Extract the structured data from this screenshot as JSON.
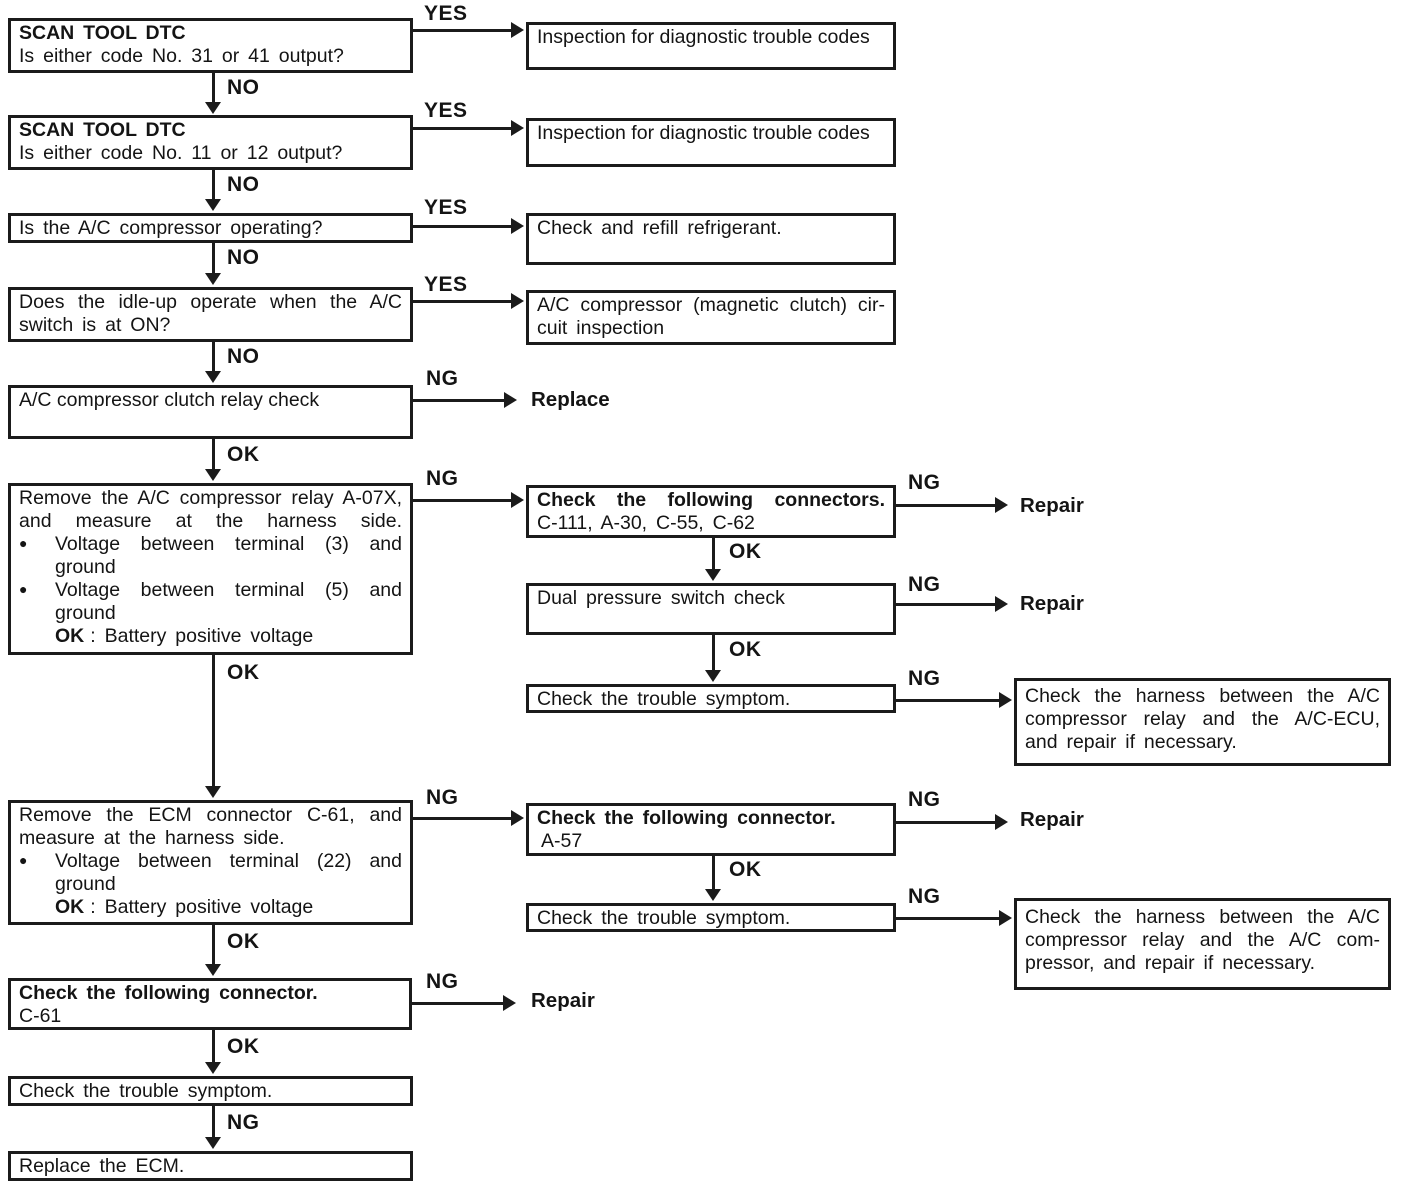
{
  "labels": {
    "yes": "YES",
    "no": "NO",
    "ok": "OK",
    "ng": "NG"
  },
  "actions": {
    "replace": "Replace",
    "repair": "Repair"
  },
  "nodes": {
    "scan1": {
      "title": "SCAN TOOL DTC",
      "question": "Is either code No. 31 or 41 output?"
    },
    "inspect1": {
      "text": "Inspection for diagnostic trouble codes"
    },
    "scan2": {
      "title": "SCAN TOOL DTC",
      "question": "Is either code No. 11 or 12 output?"
    },
    "inspect2": {
      "text": "Inspection for diagnostic trouble codes"
    },
    "compressor_op": {
      "text": "Is the A/C compressor operating?"
    },
    "refill": {
      "text": "Check and refill refrigerant."
    },
    "idle_up": {
      "lines": [
        "Does the idle-up operate when the A/C",
        "switch is at ON?"
      ]
    },
    "clutch_circuit": {
      "lines": [
        "A/C compressor (magnetic clutch) cir-",
        "cuit inspection"
      ]
    },
    "relay_check": {
      "text": "A/C compressor clutch relay check"
    },
    "relay_measure": {
      "lines": [
        "Remove the A/C compressor relay A-07X,",
        "and measure at the harness side."
      ],
      "bullets": [
        {
          "l1": "Voltage between terminal (3) and",
          "l2": "ground"
        },
        {
          "l1": "Voltage between terminal (5) and",
          "l2": "ground"
        }
      ],
      "ok_label": "OK",
      "ok_text": ": Battery positive voltage"
    },
    "connectors_check": {
      "title": "Check the following connectors.",
      "detail": "C-111, A-30, C-55, C-62"
    },
    "dual_pressure": {
      "text": "Dual pressure switch check"
    },
    "trouble1": {
      "text": "Check the trouble symptom."
    },
    "harness_ecu": {
      "lines": [
        "Check the harness between the A/C",
        "compressor relay and the A/C-ECU,",
        "and repair if necessary."
      ]
    },
    "ecm_measure": {
      "lines": [
        "Remove the ECM connector C-61, and",
        "measure at the harness side."
      ],
      "bullets": [
        {
          "l1": "Voltage between terminal (22) and",
          "l2": "ground"
        }
      ],
      "ok_label": "OK",
      "ok_text": ": Battery positive voltage"
    },
    "connector_a57": {
      "title": "Check the following connector.",
      "detail": "A-57"
    },
    "trouble2": {
      "text": "Check the trouble symptom."
    },
    "harness_comp": {
      "lines": [
        "Check the harness between the A/C",
        "compressor relay and the A/C com-",
        "pressor, and repair if necessary."
      ]
    },
    "connector_c61": {
      "title": "Check the following connector.",
      "detail": "C-61"
    },
    "trouble3": {
      "text": "Check the trouble symptom."
    },
    "replace_ecm": {
      "text": "Replace the ECM."
    }
  }
}
